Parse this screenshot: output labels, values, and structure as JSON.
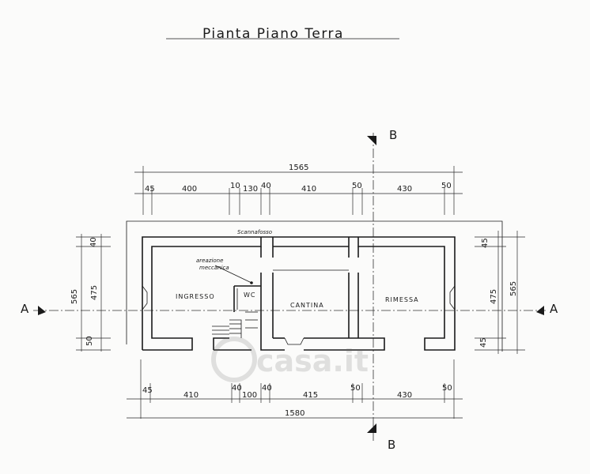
{
  "title": "Pianta Piano Terra",
  "section_labels": {
    "top": "B",
    "bottom": "B",
    "left": "A",
    "right": "A"
  },
  "rooms": {
    "ingresso": "INGRESSO",
    "wc": "WC",
    "cantina": "CANTINA",
    "rimessa": "RIMESSA"
  },
  "notes": {
    "scannafosso": "Scannafosso",
    "areazione_1": "areazione",
    "areazione_2": "meccanica"
  },
  "dims_top": {
    "total": "1565",
    "d1": "45",
    "d2": "400",
    "d3": "10",
    "d4": "130",
    "d5": "40",
    "d6": "410",
    "d7": "50",
    "d8": "430",
    "d9": "50"
  },
  "dims_bottom": {
    "total": "1580",
    "d1": "45",
    "d2": "410",
    "d3": "40",
    "d4": "100",
    "d5": "40",
    "d6": "415",
    "d7": "50",
    "d8": "430",
    "d9": "50"
  },
  "dims_left": {
    "total": "565",
    "d1": "40",
    "d2": "475",
    "d3": "50"
  },
  "dims_right": {
    "total": "565",
    "d1": "45",
    "d2": "475",
    "d3": "45"
  },
  "watermark": "casa.it"
}
